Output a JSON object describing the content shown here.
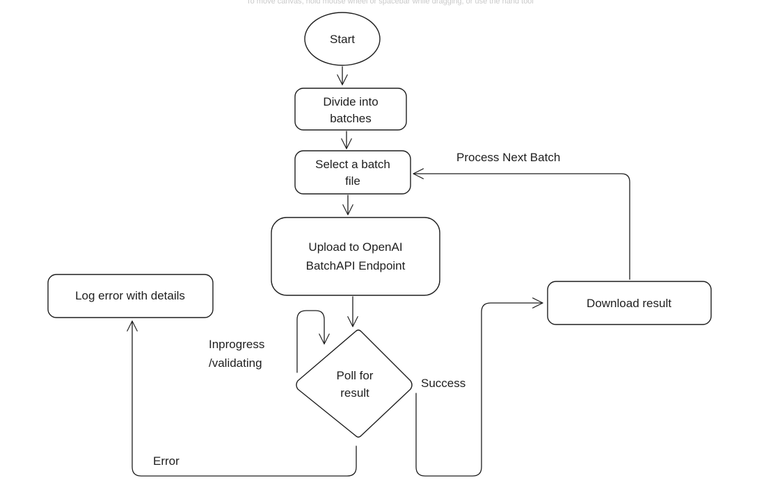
{
  "canvas_hint": "To move canvas, hold mouse wheel or spacebar while dragging, or use the hand tool",
  "nodes": {
    "start": "Start",
    "divide": [
      "Divide into",
      "batches"
    ],
    "select": [
      "Select a batch",
      "file"
    ],
    "upload": [
      "Upload to OpenAI",
      "BatchAPI Endpoint"
    ],
    "poll": [
      "Poll for",
      "result"
    ],
    "download": "Download result",
    "log_error": "Log error with details"
  },
  "edge_labels": {
    "process_next": "Process Next Batch",
    "inprogress": [
      "Inprogress",
      "/validating"
    ],
    "success": "Success",
    "error": "Error"
  },
  "colors": {
    "stroke": "#1e1e1e",
    "background": "#ffffff",
    "hint": "#c9c9c9"
  }
}
